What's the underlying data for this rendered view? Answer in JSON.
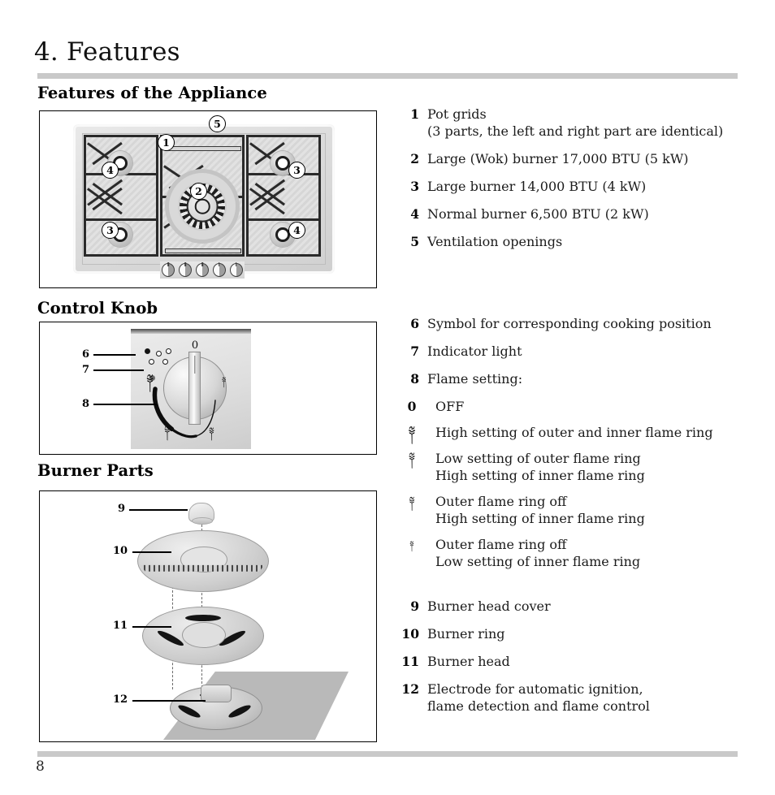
{
  "document": {
    "chapter_title": "4. Features",
    "page_number": "8"
  },
  "sections": {
    "features_of_the_appliance": "Features of the Appliance",
    "control_knob": "Control Knob",
    "burner_parts": "Burner Parts"
  },
  "appliance_list": [
    {
      "num": "1",
      "line1": "Pot grids",
      "line2": "(3 parts, the left and right part are identical)"
    },
    {
      "num": "2",
      "line1": "Large (Wok) burner 17,000 BTU (5 kW)",
      "line2": ""
    },
    {
      "num": "3",
      "line1": "Large burner 14,000 BTU (4 kW)",
      "line2": ""
    },
    {
      "num": "4",
      "line1": "Normal burner 6,500 BTU (2 kW)",
      "line2": ""
    },
    {
      "num": "5",
      "line1": "Ventilation openings",
      "line2": ""
    }
  ],
  "knob_list": [
    {
      "num": "6",
      "line1": "Symbol for corresponding cooking position",
      "line2": ""
    },
    {
      "num": "7",
      "line1": "Indicator light",
      "line2": ""
    },
    {
      "num": "8",
      "line1": "Flame setting:",
      "line2": ""
    }
  ],
  "flame_settings": [
    {
      "symbol": "0",
      "symbol_name": "off-zero",
      "line1": "OFF",
      "line2": ""
    },
    {
      "symbol": "༈",
      "symbol_name": "flame-double-large-icon",
      "line1": "High setting of outer and inner flame ring",
      "line2": ""
    },
    {
      "symbol": "༈",
      "symbol_name": "flame-double-medium-icon",
      "line1": "Low setting of outer flame ring",
      "line2": "High setting of inner flame ring"
    },
    {
      "symbol": "༈",
      "symbol_name": "flame-single-medium-icon",
      "line1": "Outer flame ring off",
      "line2": "High setting of inner flame ring"
    },
    {
      "symbol": "༈",
      "symbol_name": "flame-single-small-icon",
      "line1": "Outer flame ring off",
      "line2": "Low setting of inner flame ring"
    }
  ],
  "burner_parts_list": [
    {
      "num": "9",
      "line1": "Burner head cover",
      "line2": ""
    },
    {
      "num": "10",
      "line1": "Burner ring",
      "line2": ""
    },
    {
      "num": "11",
      "line1": "Burner head",
      "line2": ""
    },
    {
      "num": "12",
      "line1": "Electrode for automatic ignition,",
      "line2": "flame detection and flame control"
    }
  ],
  "cooktop_figure": {
    "callouts": [
      {
        "label": "5",
        "name": "callout-5-ventilation-openings"
      },
      {
        "label": "1",
        "name": "callout-1-pot-grids"
      },
      {
        "label": "4",
        "name": "callout-4-normal-burner-left"
      },
      {
        "label": "3",
        "name": "callout-3-large-burner-right"
      },
      {
        "label": "2",
        "name": "callout-2-wok-burner"
      },
      {
        "label": "3",
        "name": "callout-3-large-burner-left"
      },
      {
        "label": "4",
        "name": "callout-4-normal-burner-right"
      }
    ]
  },
  "knob_figure": {
    "zero_label": "0",
    "leaders": [
      {
        "label": "6",
        "name": "leader-6-cooking-position-symbol"
      },
      {
        "label": "7",
        "name": "leader-7-indicator-light"
      },
      {
        "label": "8",
        "name": "leader-8-flame-setting"
      }
    ]
  },
  "burner_figure": {
    "leaders": [
      {
        "label": "9",
        "name": "leader-9-burner-head-cover"
      },
      {
        "label": "10",
        "name": "leader-10-burner-ring"
      },
      {
        "label": "11",
        "name": "leader-11-burner-head"
      },
      {
        "label": "12",
        "name": "leader-12-electrode"
      }
    ]
  },
  "colors": {
    "rule_gray": "#c9c9c9",
    "text": "#1b1b1b",
    "figure_border": "#000000"
  }
}
